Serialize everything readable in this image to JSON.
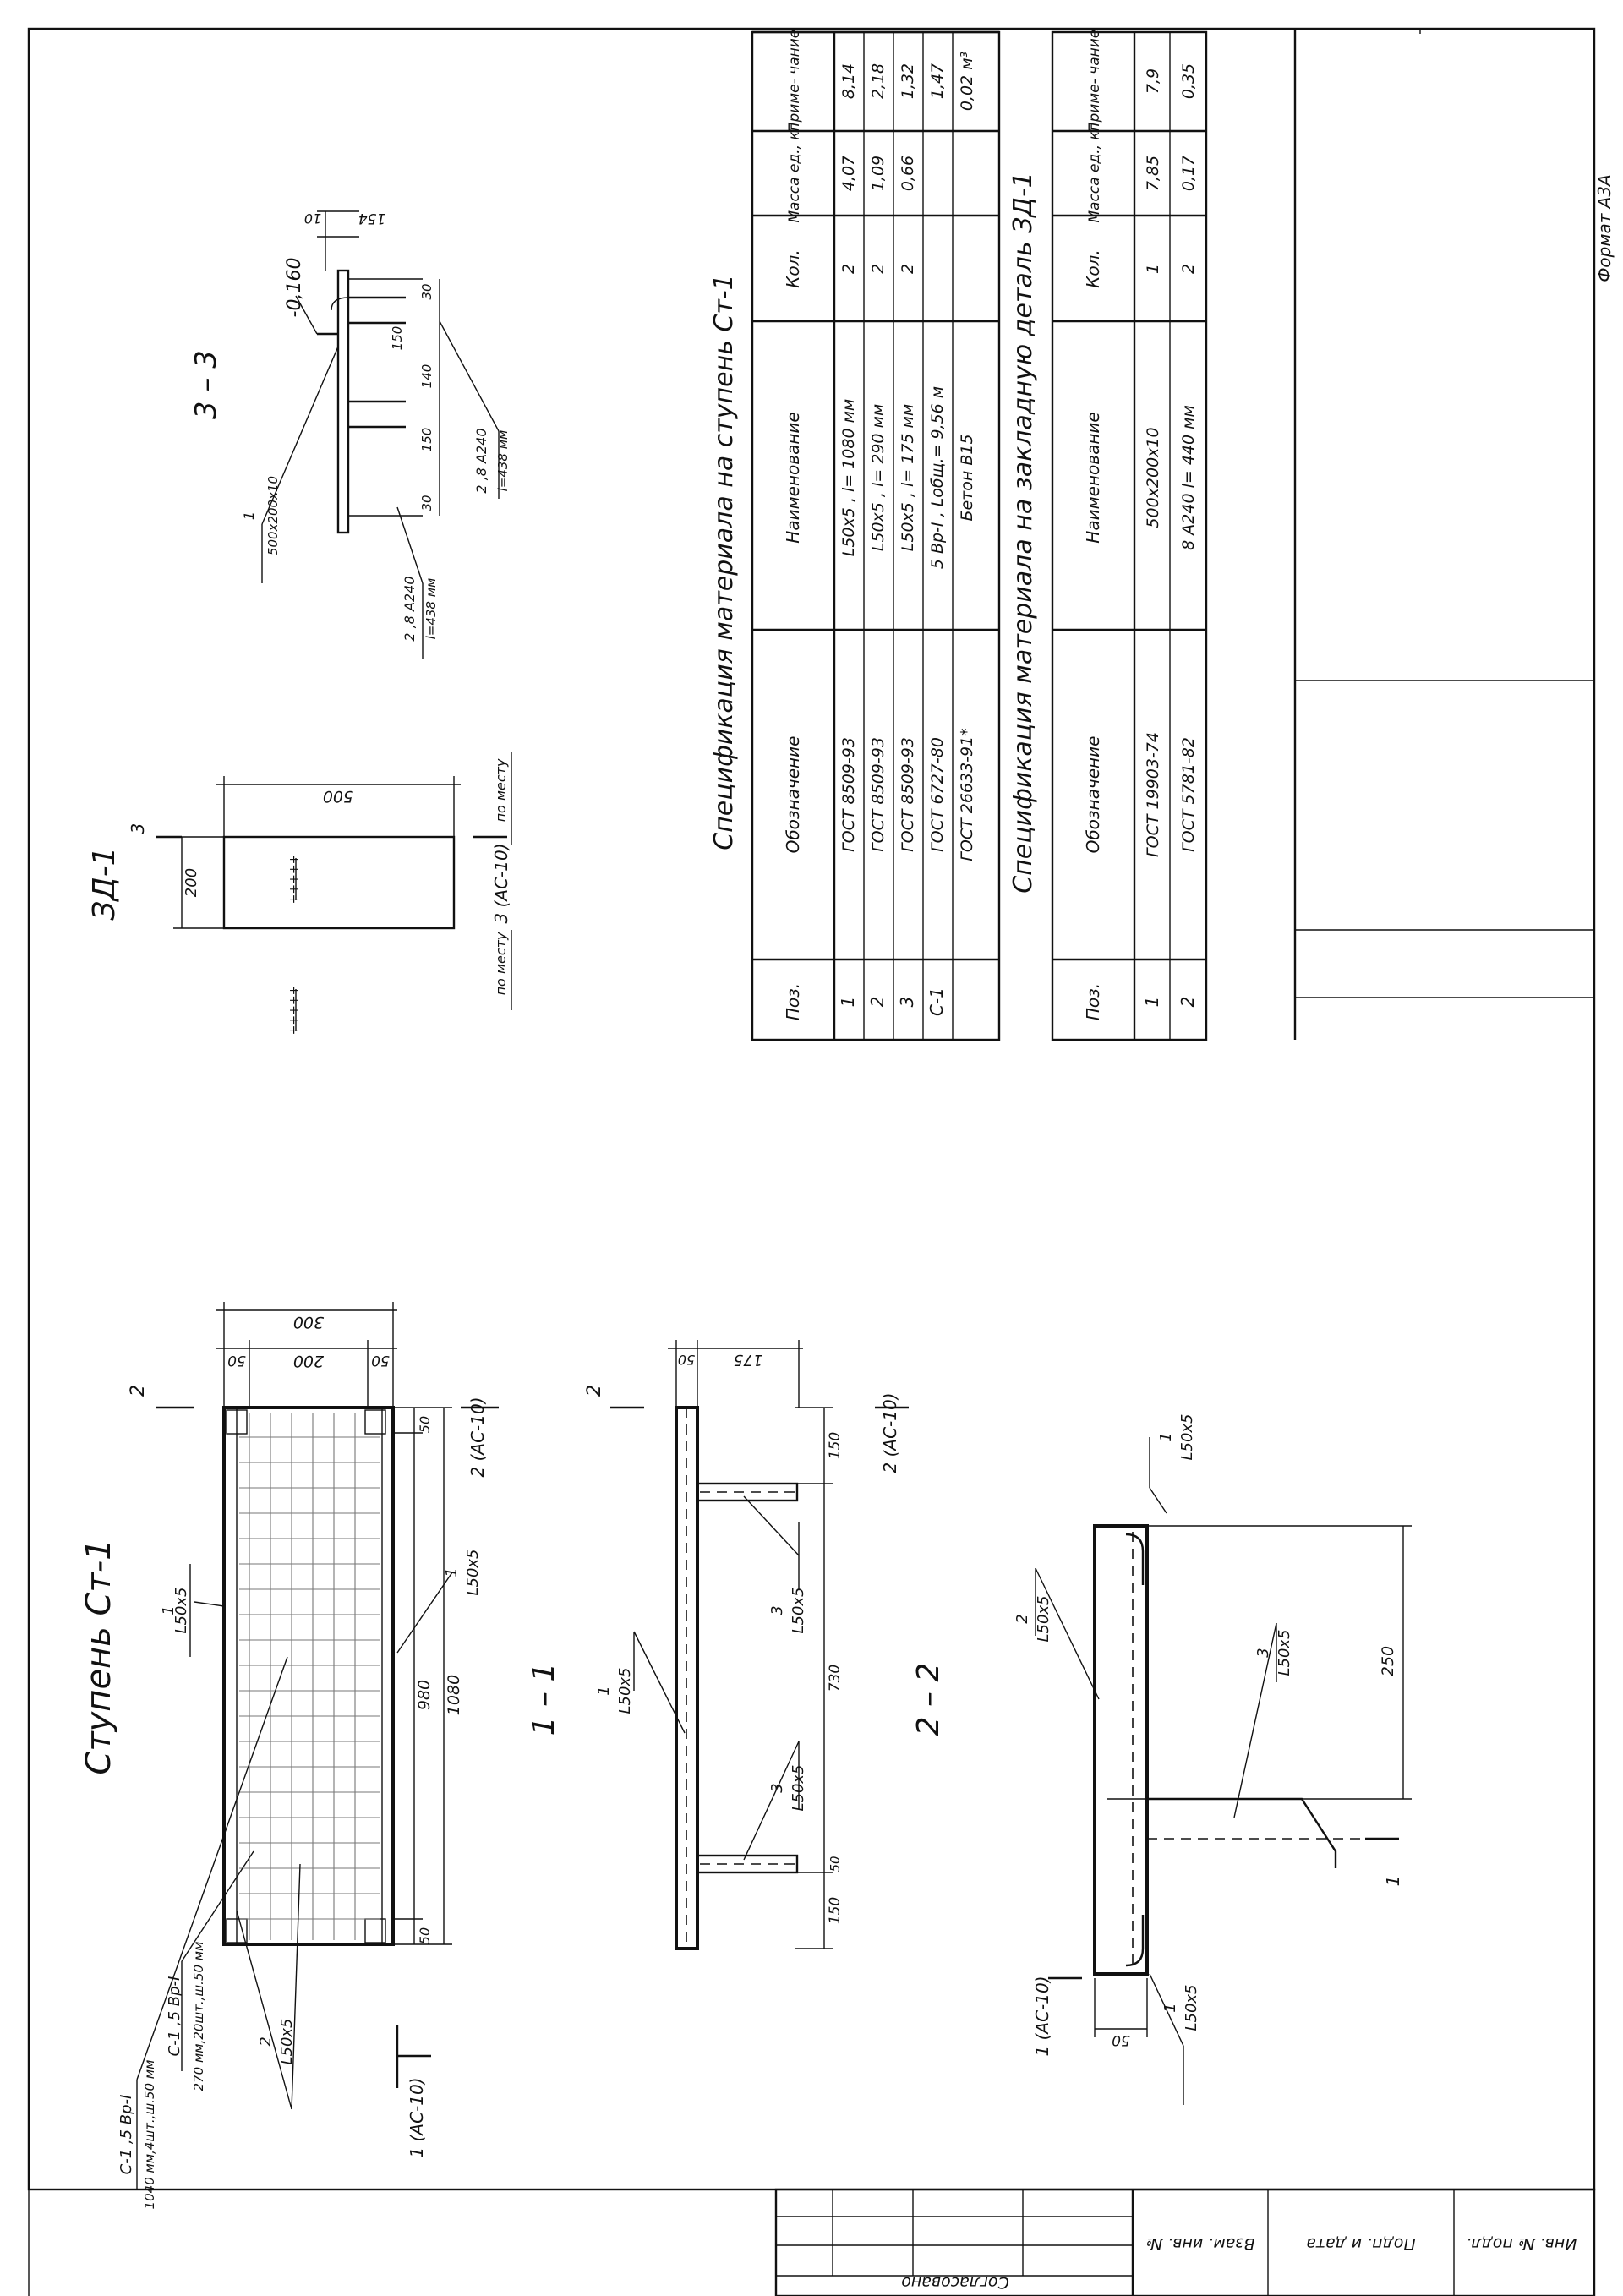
{
  "sheet": {
    "format": "Формат А3А",
    "stamp": {
      "agreed": "Согласовано",
      "vzam": "Взам. инв. №",
      "podp": "Подп. и дата",
      "inv": "Инв. № подл."
    }
  },
  "stair": {
    "title": "Ступень Ст-1",
    "section_11": "1 – 1",
    "section_22": "2 – 2",
    "cut_2": "2",
    "cut_1": "1 (АС-10)",
    "cut_2_ref": "2 (АС-10)",
    "lbl_l50": "L50x5",
    "pos1": "1",
    "pos2": "2",
    "pos3": "3",
    "mesh_a": "С-1 ,5 Вр-I",
    "mesh_a2": "1040 мм,4шт.,ш.50 мм",
    "mesh_b": "С-1 ,5 Вр-I",
    "mesh_b2": "270 мм,20шт.,ш.50 мм",
    "d300": "300",
    "d200": "200",
    "d50": "50",
    "d980": "980",
    "d1080": "1080",
    "d175": "175",
    "d150": "150",
    "d730": "730",
    "d250": "250"
  },
  "zd": {
    "title": "ЗД-1",
    "cut3": "3",
    "cut3_ref": "3 (АС-10)",
    "d500": "500",
    "d200": "200",
    "on_site": "по месту"
  },
  "sec33": {
    "title": "3 – 3",
    "level": "-0,160",
    "plate": "500x200x10",
    "pos1": "1",
    "bar": "2 ,8 А240",
    "bar_len": "l=438 мм",
    "d10": "10",
    "d154": "154",
    "d30": "30",
    "d150": "150",
    "d140": "140"
  },
  "spec1": {
    "title": "Спецификация материала на ступень Ст-1",
    "headers": [
      "Поз.",
      "Обозначение",
      "Наименование",
      "Кол.",
      "Масса ед., кг",
      "Приме- чание"
    ],
    "rows": [
      [
        "1",
        "ГОСТ 8509-93",
        "L50x5 , l= 1080 мм",
        "2",
        "4,07",
        "8,14"
      ],
      [
        "2",
        "ГОСТ 8509-93",
        "L50x5 , l= 290 мм",
        "2",
        "1,09",
        "2,18"
      ],
      [
        "3",
        "ГОСТ 8509-93",
        "L50x5 , l= 175 мм",
        "2",
        "0,66",
        "1,32"
      ],
      [
        "С-1",
        "ГОСТ 6727-80",
        "5 Вр-I , Lобщ.= 9,56 м",
        "",
        "",
        "1,47"
      ],
      [
        "",
        "ГОСТ 26633-91*",
        "Бетон В15",
        "",
        "",
        "0,02 м³"
      ]
    ]
  },
  "spec2": {
    "title": "Спецификация материала на закладную деталь ЗД-1",
    "headers": [
      "Поз.",
      "Обозначение",
      "Наименование",
      "Кол.",
      "Масса ед., кг",
      "Приме- чание"
    ],
    "rows": [
      [
        "1",
        "ГОСТ 19903-74",
        "500x200x10",
        "1",
        "7,85",
        "7,9"
      ],
      [
        "2",
        "ГОСТ 5781-82",
        "8 А240     l= 440 мм",
        "2",
        "0,17",
        "0,35"
      ]
    ]
  }
}
